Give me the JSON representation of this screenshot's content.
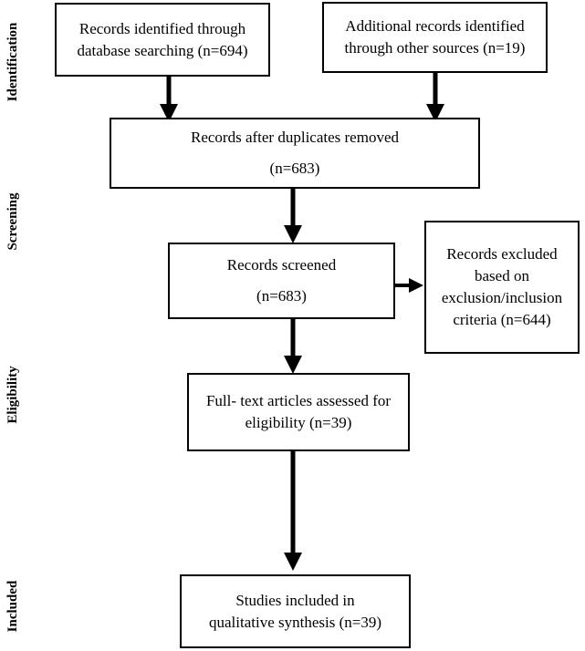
{
  "stages": {
    "identification": "Identification",
    "screening": "Screening",
    "eligibility": "Eligibility",
    "included": "Included"
  },
  "boxes": {
    "database": {
      "line1": "Records identified through",
      "line2": "database searching (n=694)"
    },
    "other_sources": {
      "line1": "Additional records identified",
      "line2": "through other sources (n=19)"
    },
    "duplicates_removed": {
      "line1": "Records after duplicates removed",
      "line2": "(n=683)"
    },
    "screened": {
      "line1": "Records screened",
      "line2": "(n=683)"
    },
    "excluded": {
      "line1": "Records excluded",
      "line2": "based on",
      "line3": "exclusion/inclusion",
      "line4": "criteria (n=644)"
    },
    "fulltext": {
      "line1": "Full- text articles assessed for",
      "line2": "eligibility (n=39)"
    },
    "included": {
      "line1": "Studies included in",
      "line2": "qualitative synthesis (n=39)"
    }
  },
  "colors": {
    "line": "#000000",
    "background": "#ffffff"
  }
}
